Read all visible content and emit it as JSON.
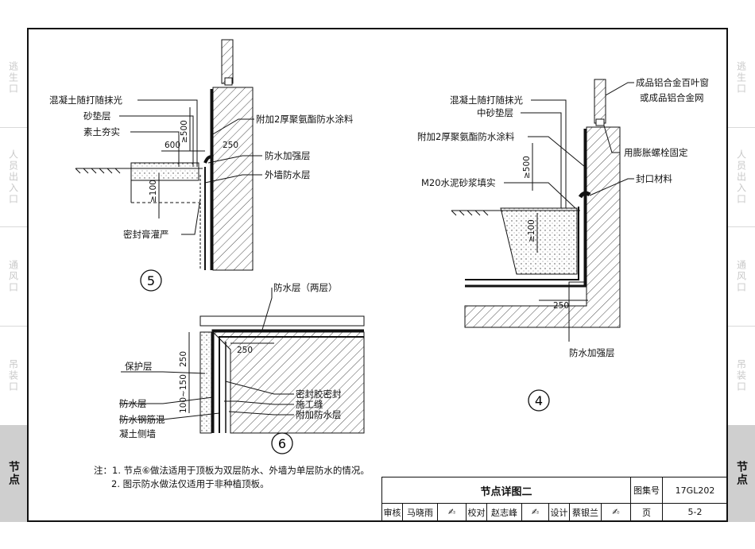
{
  "side_tabs": {
    "left": [
      "逃生口",
      "人员出入口",
      "通风口",
      "吊装口",
      "节点"
    ],
    "right": [
      "逃生口",
      "人员出入口",
      "通风口",
      "吊装口",
      "节点"
    ]
  },
  "detail5": {
    "number": "5",
    "labels": [
      "混凝土随打随抹光",
      "砂垫层",
      "素土夯实",
      "附加2厚聚氨酯防水涂料",
      "防水加强层",
      "外墙防水层",
      "密封膏灌严"
    ],
    "dims": [
      "600",
      "≥500",
      "250",
      "≥100"
    ]
  },
  "detail4": {
    "number": "4",
    "labels": [
      "混凝土随打随抹光",
      "中砂垫层",
      "附加2厚聚氨酯防水涂料",
      "M20水泥砂浆填实",
      "成品铝合金百叶窗",
      "或成品铝合金网",
      "用膨胀螺栓固定",
      "封口材料",
      "防水加强层"
    ],
    "dims": [
      "≥500",
      "≥100",
      "250"
    ]
  },
  "detail6": {
    "number": "6",
    "labels": [
      "防水层（两层）",
      "保护层",
      "防水层",
      "防水钢筋混",
      "凝土侧墙",
      "密封胶密封",
      "施工缝",
      "附加防水层"
    ],
    "dims": [
      "250",
      "250",
      "100~150"
    ]
  },
  "notes": [
    "注：1. 节点⑥做法适用于顶板为双层防水、外墙为单层防水的情况。",
    "2. 图示防水做法仅适用于非种植顶板。"
  ],
  "title_block": {
    "title": "节点详图二",
    "atlas_label": "图集号",
    "atlas_no": "17GL202",
    "review_label": "审核",
    "reviewer": "马晓雨",
    "check_label": "校对",
    "checker": "赵志峰",
    "design_label": "设计",
    "designer": "蔡银兰",
    "page_label": "页",
    "page_no": "5-2"
  }
}
